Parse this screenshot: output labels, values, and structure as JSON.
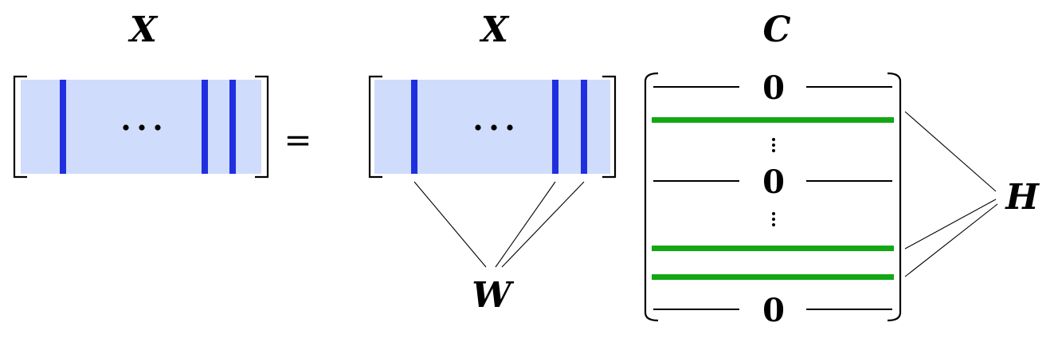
{
  "labels": {
    "x_left": "X",
    "x_right": "X",
    "c_matrix": "C",
    "w_label": "W",
    "h_label": "H",
    "equals": "="
  },
  "c_rows": [
    "0",
    "0",
    "0"
  ],
  "colors": {
    "matrix_fill": "#cfdcfb",
    "column_highlight": "#1f2fe0",
    "row_highlight": "#13a813",
    "line": "#000000"
  }
}
